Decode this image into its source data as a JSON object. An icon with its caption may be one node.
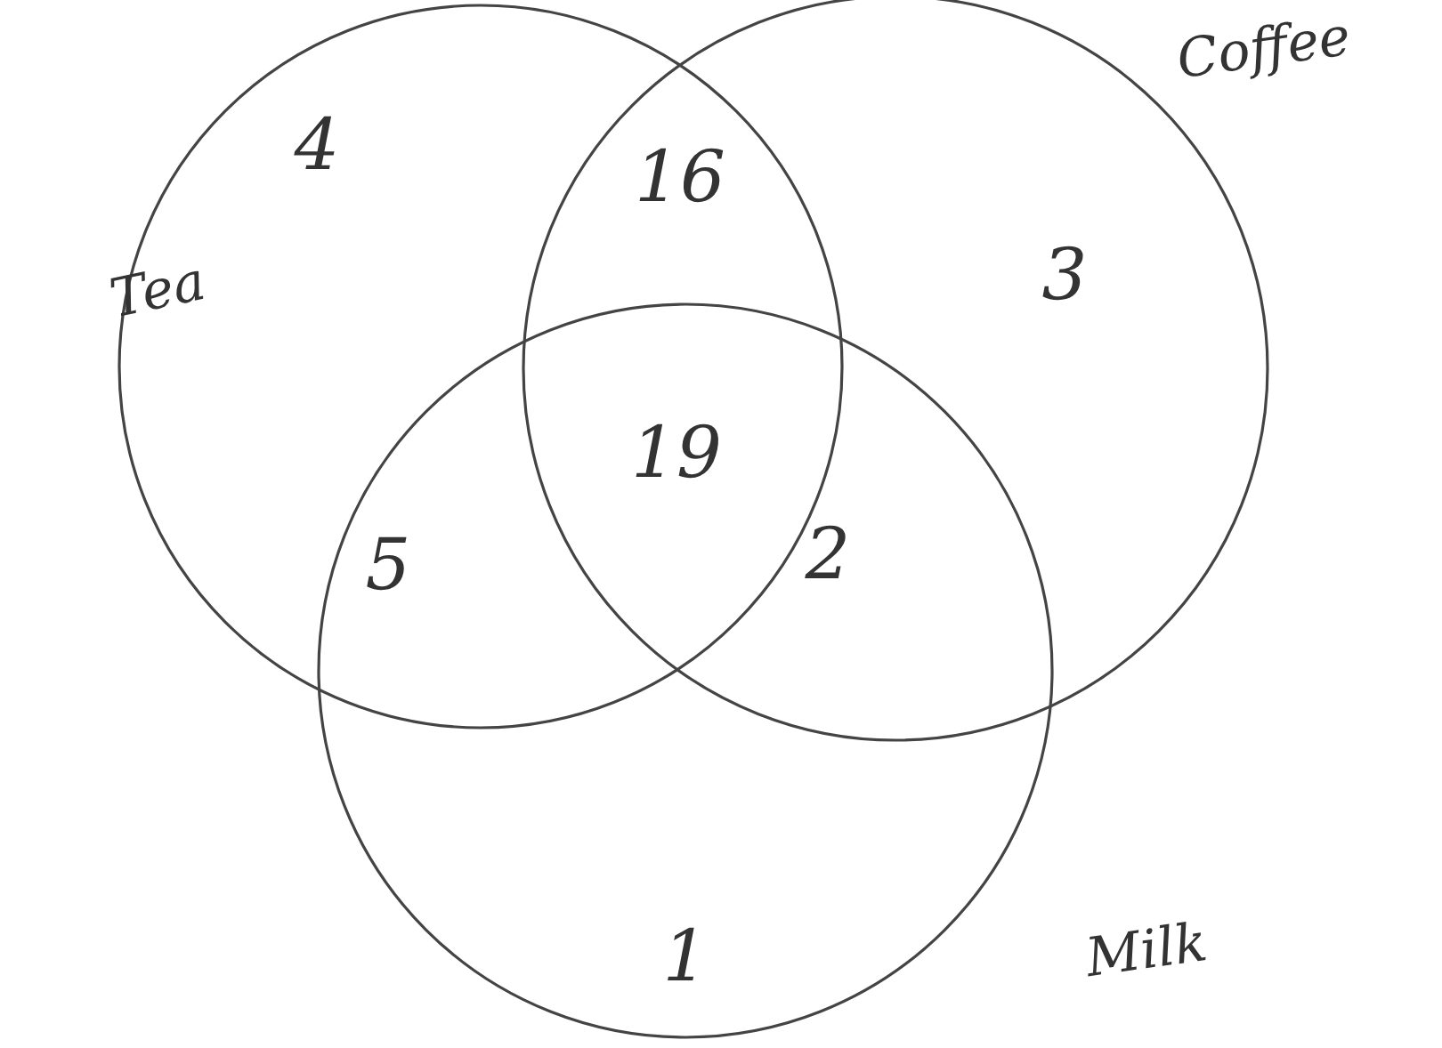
{
  "diagram": {
    "nodes": [
      {
        "text": [
          "Tea"
        ]
      },
      {
        "text": [
          "Coffee"
        ]
      },
      {
        "text": [
          "Milk"
        ]
      }
    ],
    "edges": [],
    "labels": [
      "4",
      "16",
      "3",
      "19",
      "5",
      "2",
      "1"
    ]
  }
}
